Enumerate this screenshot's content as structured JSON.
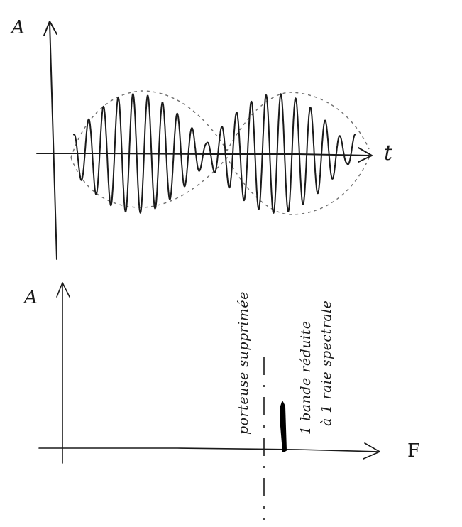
{
  "top_graph": {
    "y_axis_label": "A",
    "x_axis_label": "t"
  },
  "bottom_graph": {
    "y_axis_label": "A",
    "x_axis_label": "F",
    "dashed_line_note": "porteuse supprimée",
    "band_note_line1": "1 bande réduite",
    "band_note_line2": "à 1 raie spectrale"
  },
  "colors": {
    "ink": "#1a1a1a",
    "envelope": "#6f6f6f"
  }
}
